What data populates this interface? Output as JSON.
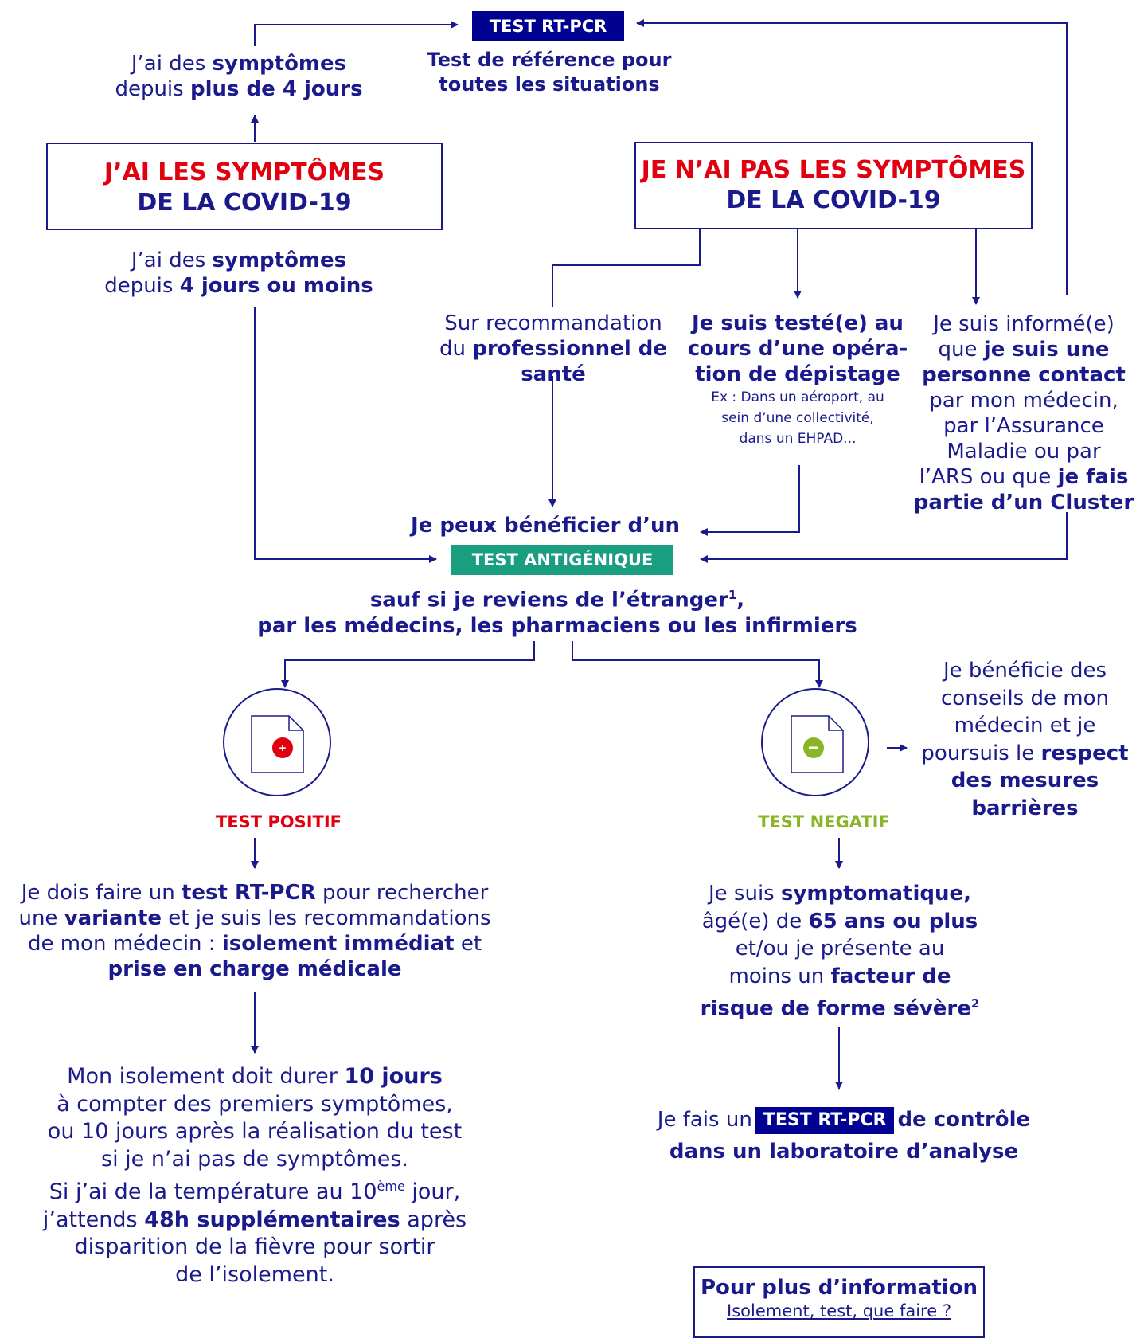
{
  "top": {
    "rtpcr_label": "TEST RT-PCR",
    "rtpcr_desc_l1": "Test de référence pour",
    "rtpcr_desc_l2": "toutes les situations",
    "left_l1_a": "J’ai des ",
    "left_l1_b": "symptômes",
    "left_l2_a": "depuis ",
    "left_l2_b": "plus de 4 jours"
  },
  "box_symptoms": {
    "l1": "J’AI LES SYMPTÔMES",
    "l2": "DE LA COVID-19"
  },
  "box_no_symptoms": {
    "l1": "JE N’AI PAS LES SYMPTÔMES",
    "l2": "DE LA COVID-19"
  },
  "left_branch": {
    "l1_a": "J’ai des ",
    "l1_b": "symptômes",
    "l2_a": "depuis ",
    "l2_b": "4 jours ou moins"
  },
  "branch_reco": {
    "l1": "Sur recommandation",
    "l2_a": "du ",
    "l2_b": "professionnel de",
    "l3": "santé"
  },
  "branch_depistage": {
    "l1": "Je suis testé(e) au",
    "l2": "cours d’une opéra-",
    "l3": "tion de dépistage",
    "ex1": "Ex : Dans un aéroport, au",
    "ex2": "sein d’une collectivité,",
    "ex3": "dans un EHPAD..."
  },
  "branch_contact": {
    "l1": "Je suis informé(e)",
    "l2_a": "que ",
    "l2_b": "je suis une",
    "l3": "personne contact",
    "l4": "par mon médecin,",
    "l5": "par l’Assurance",
    "l6": "Maladie ou par",
    "l7_a": "l’ARS ou que ",
    "l7_b": "je fais",
    "l8": "partie d’un Cluster"
  },
  "antigen": {
    "line1": "Je peux bénéficier d’un",
    "pill": "TEST ANTIGÉNIQUE",
    "line2_a": "sauf si je reviens de l’étranger",
    "line2_sup": "1",
    "line2_b": ",",
    "line3": "par les médecins, les pharmaciens ou les infirmiers"
  },
  "positive": {
    "label": "TEST POSITIF",
    "p1_l1_a": "Je dois faire un ",
    "p1_l1_b": "test RT-PCR",
    "p1_l1_c": " pour rechercher",
    "p1_l2_a": "une ",
    "p1_l2_b": "variante",
    "p1_l2_c": " et je suis les recommandations",
    "p1_l3_a": "de mon médecin : ",
    "p1_l3_b": "isolement immédiat",
    "p1_l3_c": " et",
    "p1_l4": "prise en charge médicale",
    "p2_l1_a": "Mon isolement doit durer ",
    "p2_l1_b": "10 jours",
    "p2_l2": "à compter des premiers symptômes,",
    "p2_l3": "ou 10 jours après la réalisation du test",
    "p2_l4": "si je n’ai pas de symptômes.",
    "p2_l5_a": "Si j’ai de la température au 10",
    "p2_l5_sup": "ème",
    "p2_l5_b": " jour,",
    "p2_l6_a": "j’attends ",
    "p2_l6_b": "48h supplémentaires",
    "p2_l6_c": " après",
    "p2_l7": "disparition de la fièvre pour sortir",
    "p2_l8": "de l’isolement."
  },
  "negative": {
    "label": "TEST NEGATIF",
    "side_l1": "Je bénéficie des",
    "side_l2": "conseils de mon",
    "side_l3": "médecin et je",
    "side_l4_a": "poursuis le ",
    "side_l4_b": "respect",
    "side_l5": "des mesures",
    "side_l6": "barrières",
    "n1_l1_a": "Je suis ",
    "n1_l1_b": "symptomatique,",
    "n1_l2_a": "âgé(e) de ",
    "n1_l2_b": "65 ans ou plus",
    "n1_l3": "et/ou je présente au",
    "n1_l4_a": "moins un ",
    "n1_l4_b": "facteur de",
    "n1_l5_a": "risque de forme sévère",
    "n1_l5_sup": "2",
    "n2_l1_a": "Je fais un",
    "n2_pill": "TEST RT-PCR",
    "n2_l1_b": "de contrôle",
    "n2_l2": "dans un laboratoire d’analyse"
  },
  "info": {
    "title": "Pour plus d’information",
    "link": "Isolement, test, que faire ?"
  },
  "colors": {
    "navy": "#1a1a8c",
    "red": "#e1000f",
    "teal": "#1a9e80",
    "lime": "#8bb526"
  }
}
